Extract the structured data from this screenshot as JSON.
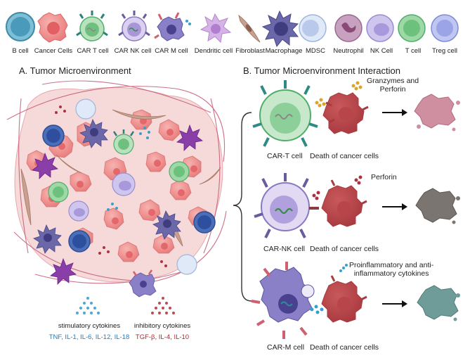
{
  "legend": {
    "items": [
      {
        "label": "B cell",
        "icon": "b-cell-icon"
      },
      {
        "label": "Cancer Cells",
        "icon": "cancer-cell-icon"
      },
      {
        "label": "CAR T cell",
        "icon": "car-t-cell-icon"
      },
      {
        "label": "CAR NK cell",
        "icon": "car-nk-cell-icon"
      },
      {
        "label": "CAR M cell",
        "icon": "car-m-cell-icon"
      },
      {
        "label": "Dendritic cell",
        "icon": "dendritic-cell-icon"
      },
      {
        "label": "Fibroblast",
        "icon": "fibroblast-icon"
      },
      {
        "label": "Macrophage",
        "icon": "macrophage-icon"
      },
      {
        "label": "MDSC",
        "icon": "mdsc-icon"
      },
      {
        "label": "Neutrophil",
        "icon": "neutrophil-icon"
      },
      {
        "label": "NK Cell",
        "icon": "nk-cell-icon"
      },
      {
        "label": "T cell",
        "icon": "t-cell-icon"
      },
      {
        "label": "Treg cell",
        "icon": "treg-cell-icon"
      }
    ]
  },
  "panel_a": {
    "title": "A. Tumor Microenvironment",
    "stimulatory": {
      "title": "stimulatory cytokines",
      "list": "TNF, IL-1, IL-6, IL-12, IL-18",
      "color": "#2a7ab8"
    },
    "inhibitory": {
      "title": "inhibitory cytokines",
      "list": "TGF-β, IL-4, IL-10",
      "color": "#b0282a"
    }
  },
  "panel_b": {
    "title": "B. Tumor Microenvironment Interaction",
    "rows": [
      {
        "cell": "CAR-T cell",
        "secreted": "Granzymes and\nPerforin",
        "outcome": "Death of cancer cells"
      },
      {
        "cell": "CAR-NK cell",
        "secreted": "Perforin",
        "outcome": "Death of cancer cells"
      },
      {
        "cell": "CAR-M cell",
        "secreted": "Proinflammatory and anti-\ninflammatory cytokines",
        "outcome": "Death of cancer cells"
      }
    ]
  },
  "colors": {
    "cancer": "#e88b8b",
    "car_t": "#8fd19a",
    "car_nk": "#cbbde8",
    "car_m": "#8a80c8",
    "dead_t": "#cf8fa0",
    "dead_nk": "#7a7570",
    "dead_m": "#6f9c98"
  }
}
